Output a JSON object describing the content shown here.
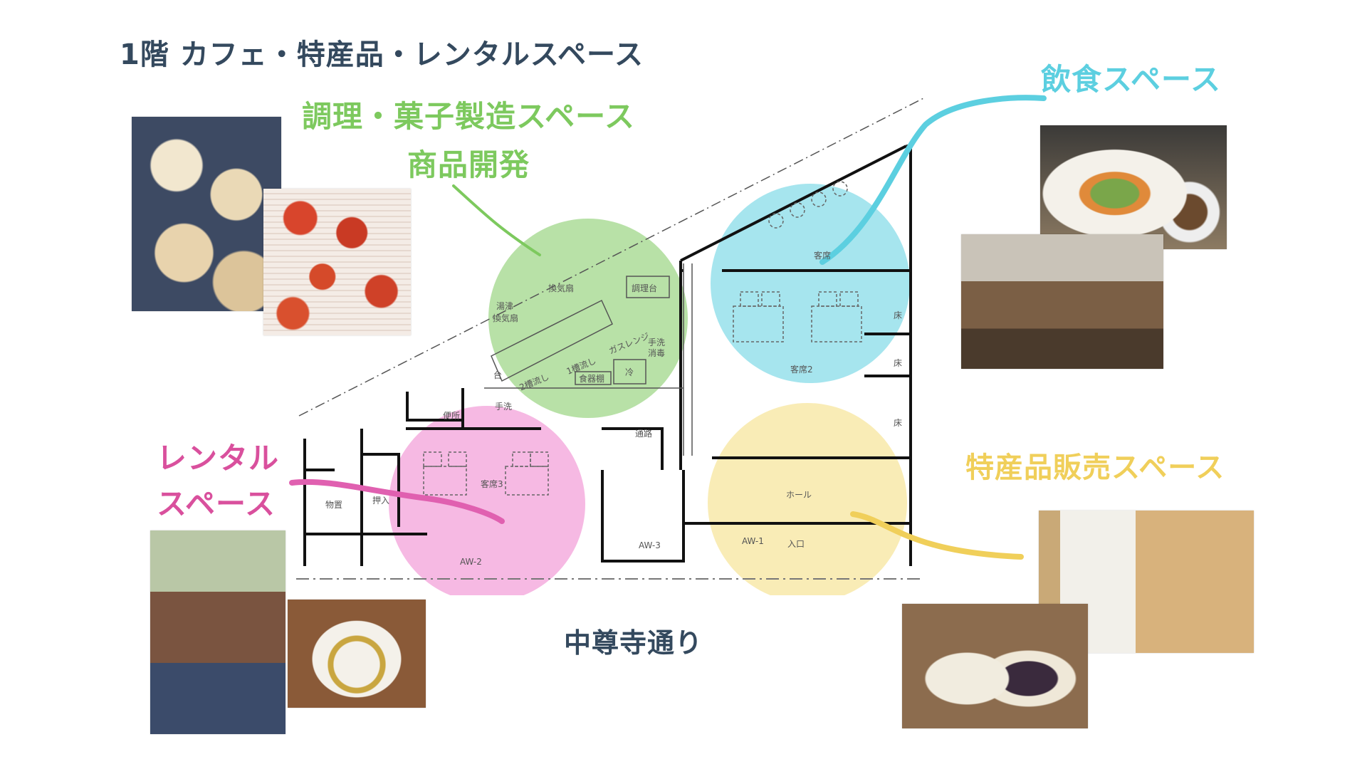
{
  "title": "1階 カフェ・特産品・レンタルスペース",
  "zones": {
    "kitchen": {
      "label_line1": "調理・菓子製造スペース",
      "label_line2": "商品開発",
      "color": "#7dc95e"
    },
    "dining": {
      "label": "飲食スペース",
      "color": "#5ccfe0"
    },
    "rental": {
      "label_line1": "レンタル",
      "label_line2": "スペース",
      "color": "#d9509d"
    },
    "shop": {
      "label": "特産品販売スペース",
      "color": "#f0cf5a"
    }
  },
  "street": "中尊寺通り",
  "floorplan_labels": {
    "fan": "換気扇",
    "water_heater": "湯沸",
    "fan2": "換気扇",
    "counter": "調理台",
    "sink2": "2槽流し",
    "sink1": "1槽流し",
    "range": "ガスレンジ",
    "handwash_disinfect1": "手洗",
    "handwash_disinfect2": "消毒",
    "fridge": "冷",
    "cupboard": "食器棚",
    "stand": "台",
    "toilet": "便所",
    "handwash": "手洗",
    "passage": "通路",
    "seats3": "客席3",
    "storage": "物置",
    "closet": "押入",
    "aw2": "AW-2",
    "aw3": "AW-3",
    "seats": "客席",
    "seats2": "客席2",
    "floor1": "床",
    "floor2": "床",
    "floor3": "床",
    "hall": "ホール",
    "aw1": "AW-1",
    "entrance": "入口"
  },
  "photos": [
    "donuts-photo",
    "dried-tomatoes-photo",
    "cafe-plate-photo",
    "cafe-interior-photo",
    "rental-workshop-photo",
    "shimenawa-wreath-photo",
    "souvenir-box-photo",
    "manju-photo"
  ]
}
